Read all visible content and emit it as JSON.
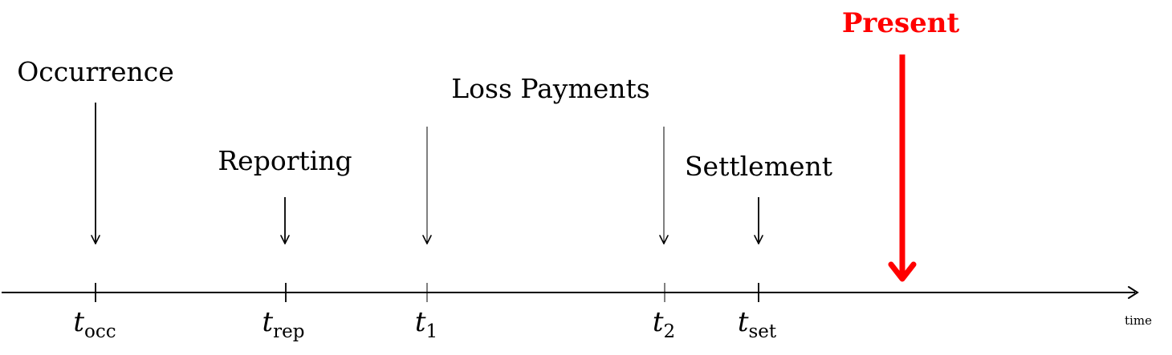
{
  "events": {
    "occurrence": "Occurrence",
    "reporting": "Reporting",
    "loss_payments": "Loss Payments",
    "settlement": "Settlement",
    "present": "Present"
  },
  "ticks": {
    "occ": {
      "main": "t",
      "sub": "occ"
    },
    "rep": {
      "main": "t",
      "sub": "rep"
    },
    "t1": {
      "main": "t",
      "sub": "1"
    },
    "t2": {
      "main": "t",
      "sub": "2"
    },
    "set": {
      "main": "t",
      "sub": "set"
    }
  },
  "axis": {
    "label": "time"
  },
  "colors": {
    "line": "#000000",
    "present": "#ff0000"
  }
}
